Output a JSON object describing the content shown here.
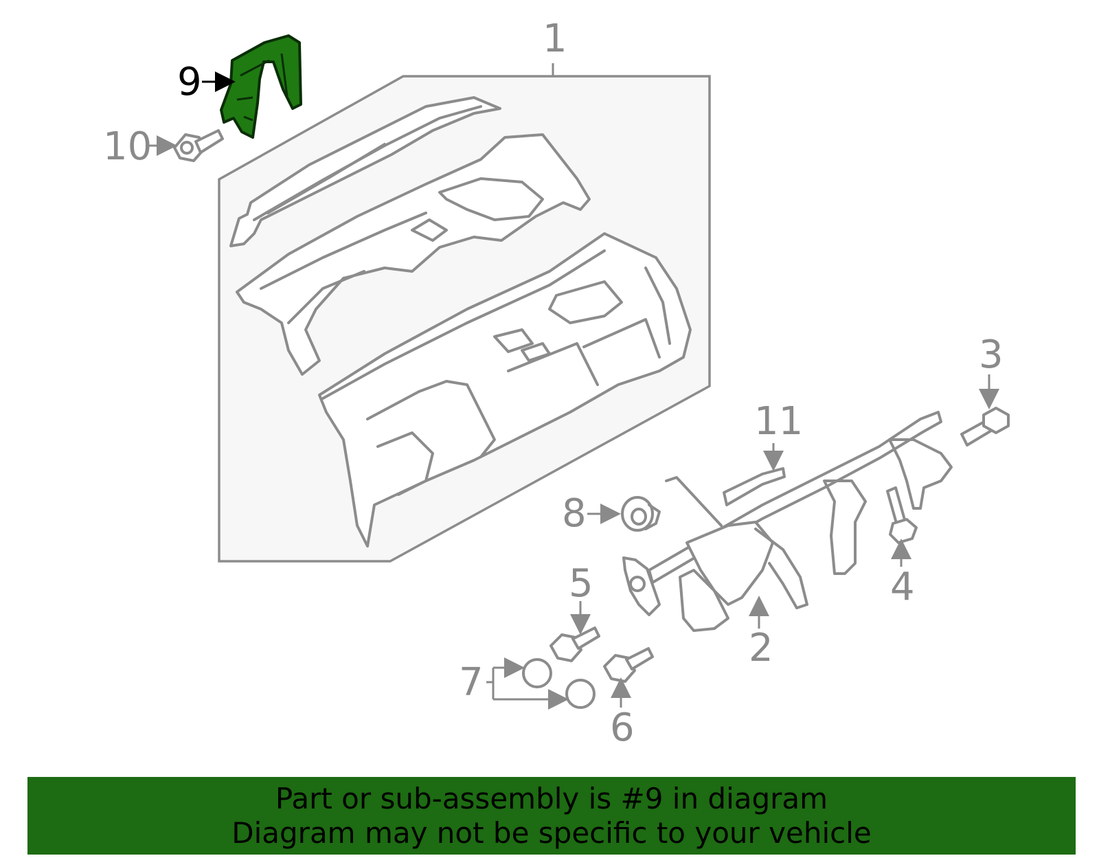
{
  "callouts": {
    "c1": "1",
    "c2": "2",
    "c3": "3",
    "c4": "4",
    "c5": "5",
    "c6": "6",
    "c7": "7",
    "c8": "8",
    "c9": "9",
    "c10": "10",
    "c11": "11"
  },
  "highlight": {
    "part_number": "9",
    "color": "#1f7a12"
  },
  "colors": {
    "line": "#8c8c8c",
    "panel_bg": "#f7f7f7",
    "banner_bg": "#1d6b12"
  },
  "banner": {
    "line1": "Part or sub-assembly is #9 in diagram",
    "line2": "Diagram may not be specific to your vehicle"
  }
}
